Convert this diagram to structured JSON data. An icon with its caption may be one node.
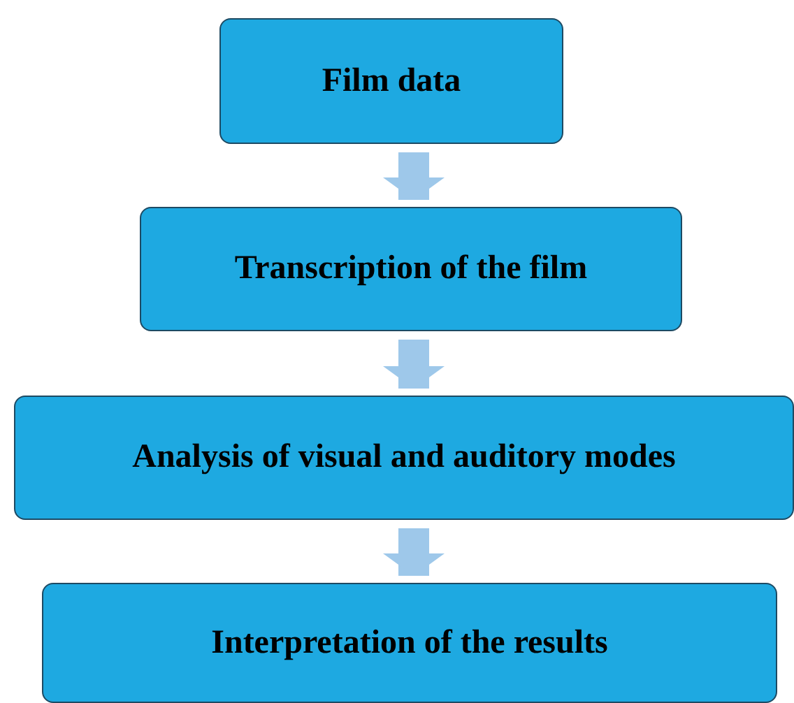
{
  "diagram": {
    "nodes": [
      {
        "text": [
          "Film data"
        ]
      },
      {
        "text": [
          "Transcription of the film"
        ]
      },
      {
        "text": [
          "Analysis of visual and auditory modes"
        ]
      },
      {
        "text": [
          "Interpretation of the results"
        ]
      }
    ],
    "edges": [
      {
        "from": 0,
        "to": 1,
        "arrow": "to"
      },
      {
        "from": 1,
        "to": 2,
        "arrow": "to"
      },
      {
        "from": 2,
        "to": 3,
        "arrow": "to"
      }
    ]
  }
}
